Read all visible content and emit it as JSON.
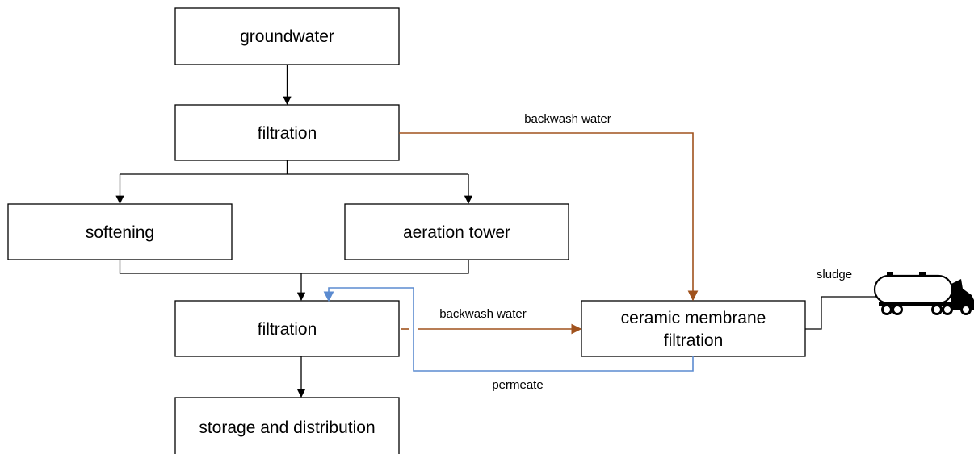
{
  "nodes": {
    "groundwater": "groundwater",
    "filtration_1": "filtration",
    "softening": "softening",
    "aeration_tower": "aeration tower",
    "filtration_2": "filtration",
    "ceramic_membrane_line1": "ceramic membrane",
    "ceramic_membrane_line2": "filtration",
    "storage": "storage and distribution"
  },
  "edge_labels": {
    "backwash_top": "backwash water",
    "backwash_mid": "backwash water",
    "permeate": "permeate",
    "sludge": "sludge"
  },
  "colors": {
    "backwash_flow": "#a0521d",
    "permeate_flow": "#5b8bd0",
    "main_flow": "#000000"
  },
  "icons": {
    "sludge_transport": "tanker-truck-icon"
  }
}
